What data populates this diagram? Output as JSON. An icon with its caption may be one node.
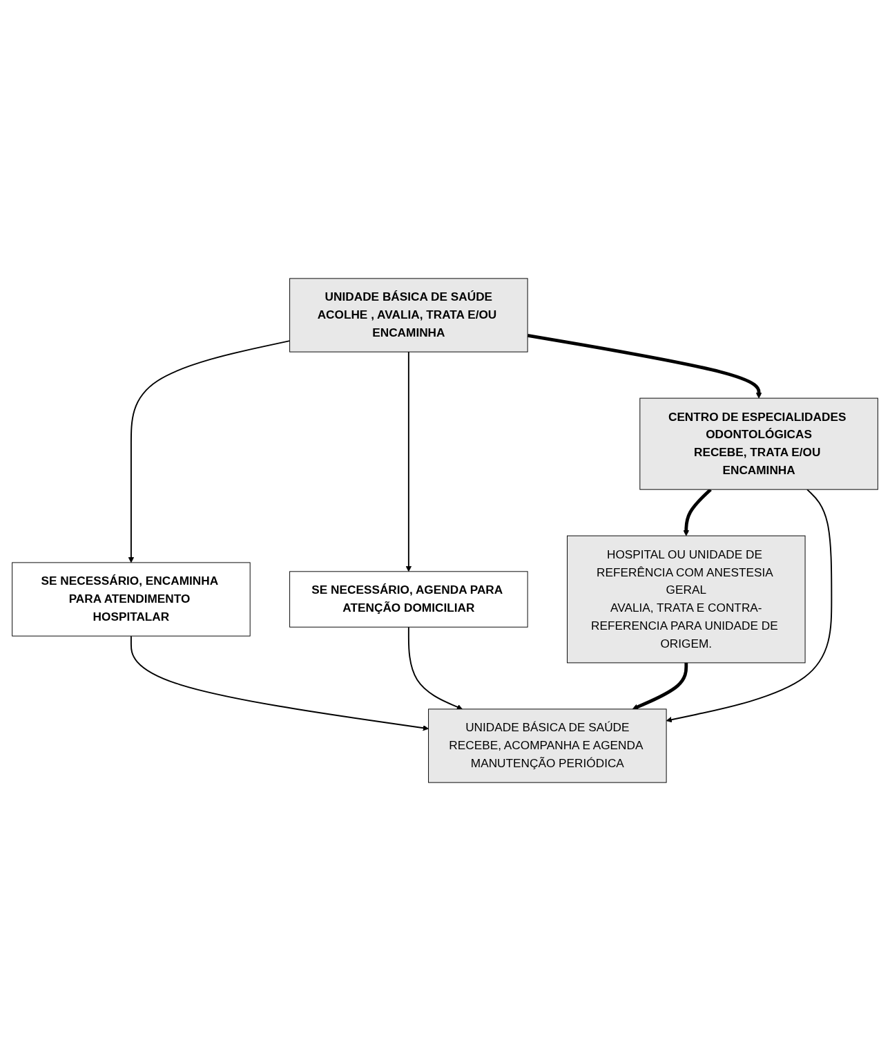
{
  "diagram": {
    "nodes": [
      {
        "text": [
          "UNIDADE BÁSICA DE SAÚDE",
          "ACOLHE , AVALIA, TRATA E/OU ENCAMINHA"
        ]
      },
      {
        "text": [
          "SE NECESSÁRIO, ENCAMINHA PARA ATENDIMENTO HOSPITALAR"
        ]
      },
      {
        "text": [
          "SE NECESSÁRIO, AGENDA PARA ATENÇÃO DOMICILIAR"
        ]
      },
      {
        "text": [
          "CENTRO DE ESPECIALIDADES ODONTOLÓGICAS",
          "RECEBE, TRATA E/OU ENCAMINHA"
        ]
      },
      {
        "text": [
          "HOSPITAL OU UNIDADE DE REFERÊNCIA COM ANESTESIA GERAL",
          "AVALIA, TRATA E CONTRA-REFERENCIA PARA UNIDADE DE ORIGEM."
        ]
      },
      {
        "text": [
          "UNIDADE BÁSICA DE SAÚDE",
          "RECEBE, ACOMPANHA E AGENDA MANUTENÇÃO PERIÓDICA"
        ]
      }
    ],
    "edges": [
      {
        "from": 0,
        "to": 1,
        "arrow": "to"
      },
      {
        "from": 0,
        "to": 2,
        "arrow": "to"
      },
      {
        "from": 0,
        "to": 3,
        "arrow": "to",
        "style": "thick"
      },
      {
        "from": 3,
        "to": 4,
        "arrow": "to",
        "style": "thick"
      },
      {
        "from": 4,
        "to": 5,
        "arrow": "to",
        "style": "thick"
      },
      {
        "from": 1,
        "to": 5,
        "arrow": "to"
      },
      {
        "from": 3,
        "to": 5,
        "arrow": "to"
      },
      {
        "from": 2,
        "to": 5,
        "arrow": "to"
      }
    ]
  }
}
